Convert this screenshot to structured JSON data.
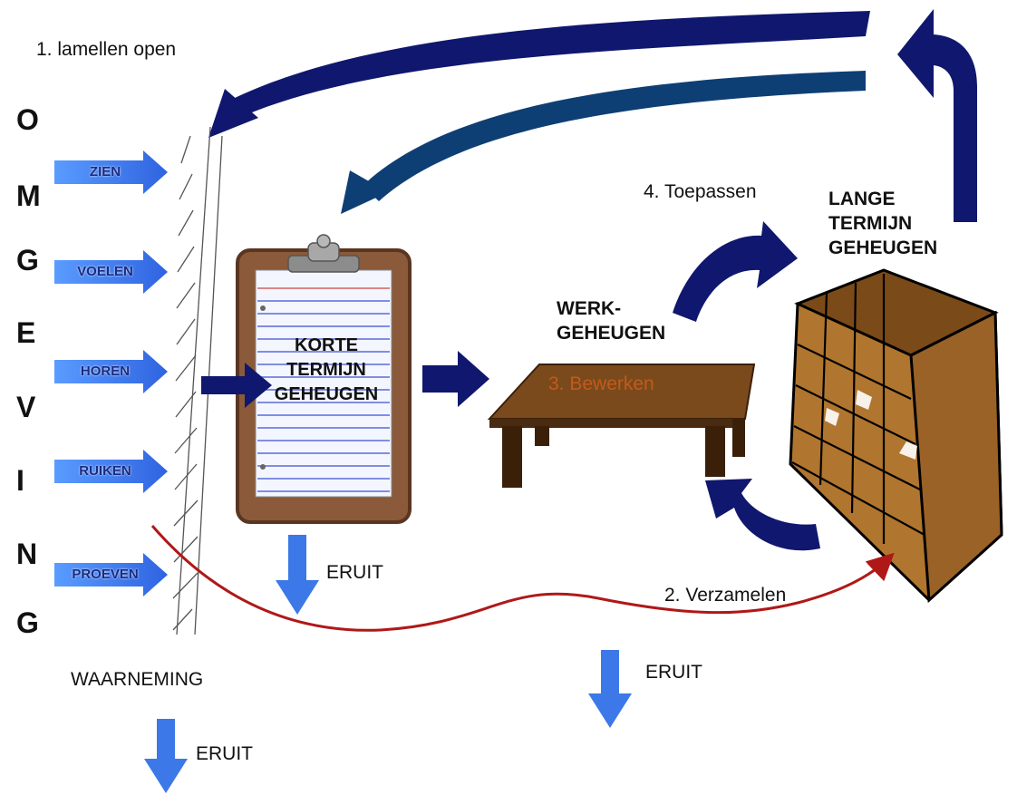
{
  "steps": {
    "open": "1. lamellen open",
    "collect": "2. Verzamelen",
    "process": "3. Bewerken",
    "apply": "4. Toepassen"
  },
  "omgeving_letters": [
    "O",
    "M",
    "G",
    "E",
    "V",
    "I",
    "N",
    "G"
  ],
  "senses": [
    "ZIEN",
    "VOELEN",
    "HOREN",
    "RUIKEN",
    "PROEVEN"
  ],
  "labels": {
    "perception": "WAARNEMING",
    "short_term": [
      "KORTE",
      "TERMIJN",
      "GEHEUGEN"
    ],
    "working": [
      "WERK-",
      "GEHEUGEN"
    ],
    "long_term": [
      "LANGE",
      "TERMIJN",
      "GEHEUGEN"
    ]
  },
  "out_label": "ERUIT",
  "colors": {
    "dark_arrow": "#10176e",
    "light_arrow": "#3c78e8",
    "red_curve": "#b01818",
    "clipboard": "#8a5a3a",
    "table": "#7a4a1c",
    "cabinet": "#b0752e"
  }
}
